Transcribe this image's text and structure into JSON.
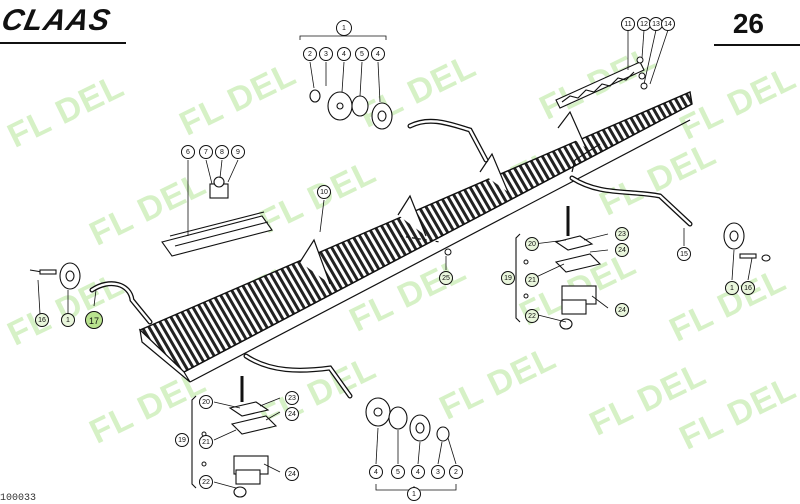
{
  "header": {
    "brand": "CLAAS",
    "page_number": "26",
    "doc_ref": "100033"
  },
  "watermark": {
    "text": "FL DEL",
    "color": "#9ee07a"
  },
  "colors": {
    "ink": "#111111",
    "highlight": "#b9e38f",
    "watermark": "#9ee07a"
  },
  "callouts": [
    {
      "id": "c1-top",
      "label": "1"
    },
    {
      "id": "c2-top",
      "label": "2"
    },
    {
      "id": "c3-top",
      "label": "3"
    },
    {
      "id": "c4a-top",
      "label": "4"
    },
    {
      "id": "c5-top",
      "label": "5"
    },
    {
      "id": "c4b-top",
      "label": "4"
    },
    {
      "id": "c11",
      "label": "11"
    },
    {
      "id": "c12",
      "label": "12"
    },
    {
      "id": "c13",
      "label": "13"
    },
    {
      "id": "c14",
      "label": "14"
    },
    {
      "id": "c6",
      "label": "6"
    },
    {
      "id": "c7",
      "label": "7"
    },
    {
      "id": "c8",
      "label": "8"
    },
    {
      "id": "c9",
      "label": "9"
    },
    {
      "id": "c10",
      "label": "10"
    },
    {
      "id": "c25",
      "label": "25"
    },
    {
      "id": "c15",
      "label": "15"
    },
    {
      "id": "c1-right",
      "label": "1"
    },
    {
      "id": "c16-right",
      "label": "16"
    },
    {
      "id": "c16-left",
      "label": "16"
    },
    {
      "id": "c1-left",
      "label": "1"
    },
    {
      "id": "c17",
      "label": "17"
    },
    {
      "id": "c19-right",
      "label": "19"
    },
    {
      "id": "c20-right",
      "label": "20"
    },
    {
      "id": "c21-right",
      "label": "21"
    },
    {
      "id": "c22-right",
      "label": "22"
    },
    {
      "id": "c23-right",
      "label": "23"
    },
    {
      "id": "c24a-right",
      "label": "24"
    },
    {
      "id": "c24b-right",
      "label": "24"
    },
    {
      "id": "c19-left",
      "label": "19"
    },
    {
      "id": "c20-left",
      "label": "20"
    },
    {
      "id": "c21-left",
      "label": "21"
    },
    {
      "id": "c22-left",
      "label": "22"
    },
    {
      "id": "c23-left",
      "label": "23"
    },
    {
      "id": "c24a-left",
      "label": "24"
    },
    {
      "id": "c24b-left",
      "label": "24"
    },
    {
      "id": "c4a-bottom",
      "label": "4"
    },
    {
      "id": "c5-bottom",
      "label": "5"
    },
    {
      "id": "c4b-bottom",
      "label": "4"
    },
    {
      "id": "c3-bottom",
      "label": "3"
    },
    {
      "id": "c2-bottom",
      "label": "2"
    },
    {
      "id": "c1-bottom",
      "label": "1"
    }
  ]
}
